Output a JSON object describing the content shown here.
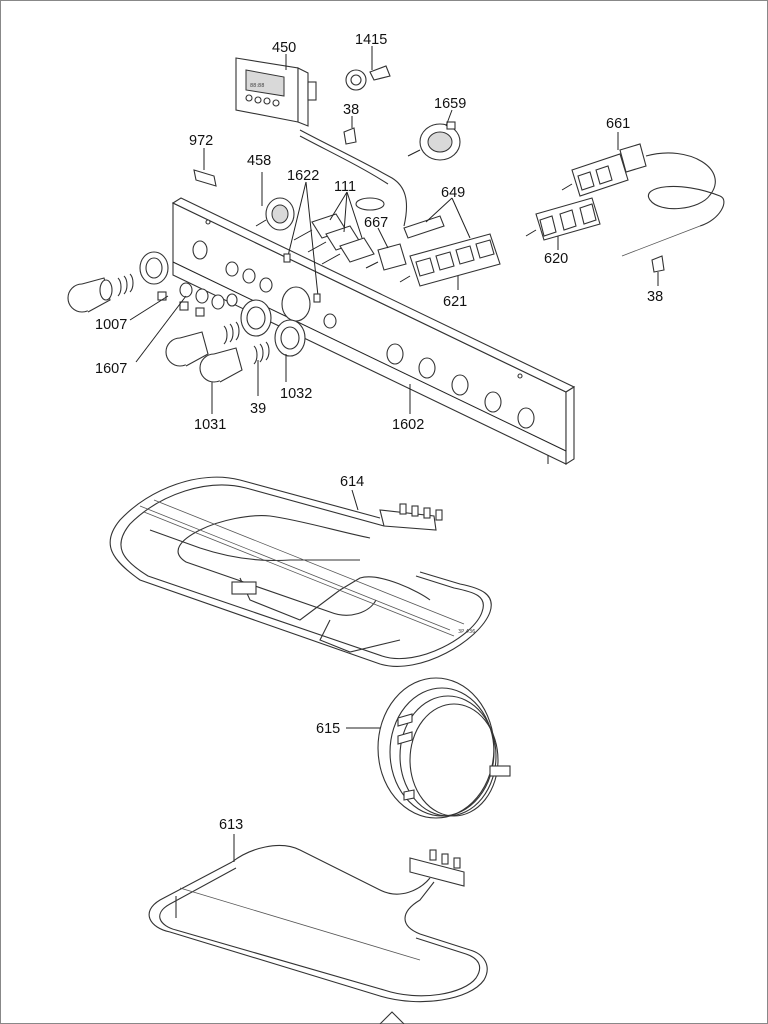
{
  "labels": {
    "p450": "450",
    "p1415": "1415",
    "p38a": "38",
    "p1659": "1659",
    "p661": "661",
    "p972": "972",
    "p458": "458",
    "p1622": "1622",
    "p111": "111",
    "p667": "667",
    "p649": "649",
    "p620": "620",
    "p621": "621",
    "p38b": "38",
    "p1007": "1007",
    "p1607": "1607",
    "p1032": "1032",
    "p39": "39",
    "p1031": "1031",
    "p1602": "1602",
    "p614": "614",
    "p615": "615",
    "p613": "613"
  },
  "display_digits": "88:88",
  "element_stamp": "3P 436"
}
